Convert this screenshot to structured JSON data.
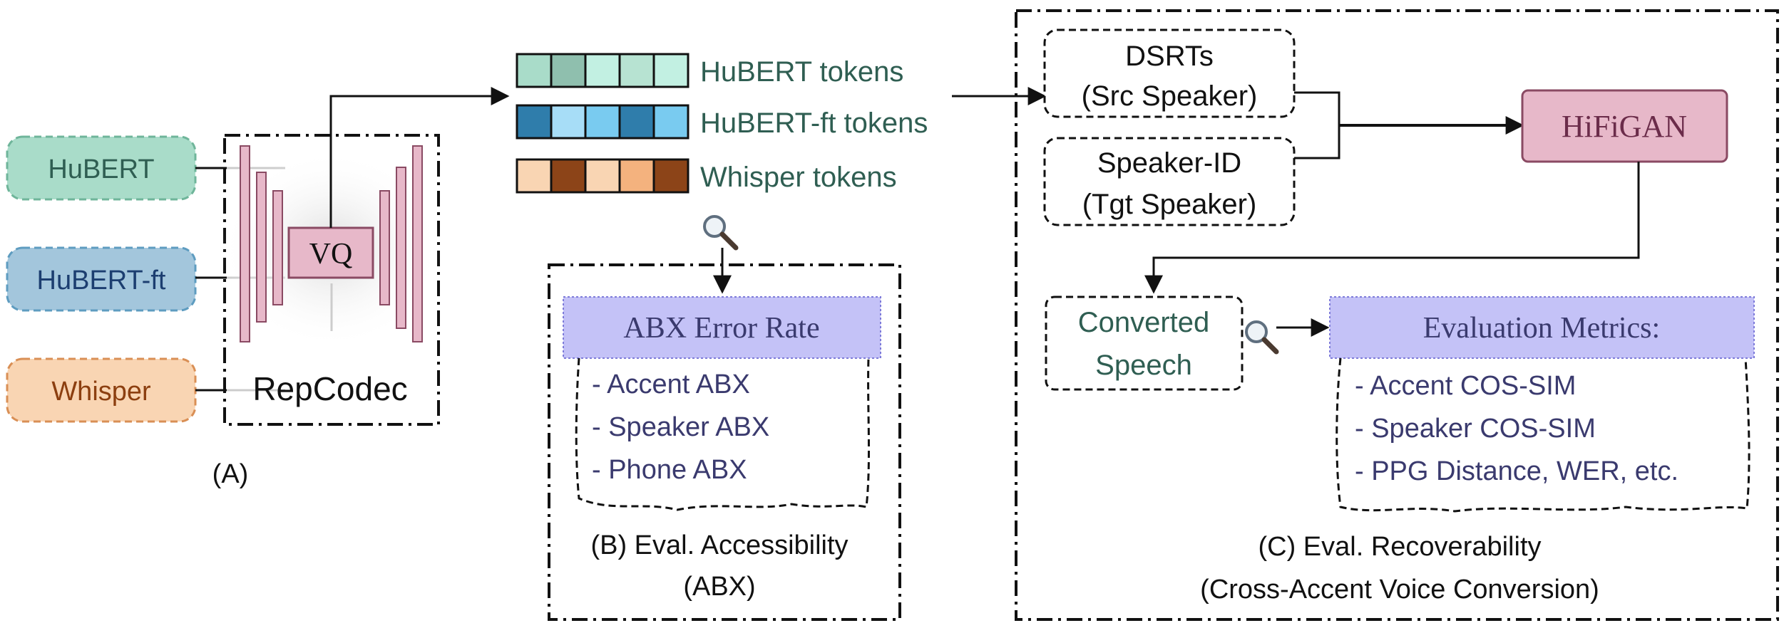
{
  "encoders": [
    {
      "label": "HuBERT",
      "fill": "#a9dcc9",
      "stroke": "#6fb59a",
      "text_color": "#2f5e52"
    },
    {
      "label": "HuBERT-ft",
      "fill": "#a3c6dc",
      "stroke": "#5e9cc0",
      "text_color": "#1c3e70"
    },
    {
      "label": "Whisper",
      "fill": "#f9d5b3",
      "stroke": "#d98f55",
      "text_color": "#8c3f10"
    }
  ],
  "repcodec": {
    "vq_label": "VQ",
    "label": "RepCodec",
    "bar_fill": "#e7b8c9",
    "bar_stroke": "#8a4a63"
  },
  "panel_a_label": "(A)",
  "token_rows": [
    {
      "label": "HuBERT tokens",
      "colors": [
        "#a9dcc9",
        "#8fbfae",
        "#c2f0e2",
        "#b7e3d2",
        "#c2f0e2"
      ]
    },
    {
      "label": "HuBERT-ft tokens",
      "colors": [
        "#2f7dab",
        "#a7ddf7",
        "#79cbf0",
        "#2f7dab",
        "#79cbf0"
      ]
    },
    {
      "label": "Whisper tokens",
      "colors": [
        "#f9d5b3",
        "#8c4418",
        "#f9d5b3",
        "#f4b27e",
        "#8c4418"
      ]
    }
  ],
  "token_label_color": "#2f5e52",
  "abx_panel": {
    "header": "ABX Error Rate",
    "items": [
      "- Accent ABX",
      "- Speaker ABX",
      "- Phone ABX"
    ],
    "caption_line1": "(B) Eval. Accessibility",
    "caption_line2": "(ABX)"
  },
  "vc_panel": {
    "dsrts_line1": "DSRTs",
    "dsrts_line2": "(Src Speaker)",
    "spk_line1": "Speaker-ID",
    "spk_line2": "(Tgt Speaker)",
    "vocoder": "HiFiGAN",
    "converted_line1": "Converted",
    "converted_line2": "Speech",
    "metrics_header": "Evaluation Metrics:",
    "metrics_items": [
      "- Accent COS-SIM",
      "- Speaker COS-SIM",
      "- PPG Distance, WER, etc."
    ],
    "caption_line1": "(C) Eval. Recoverability",
    "caption_line2": "(Cross-Accent Voice Conversion)"
  },
  "colors": {
    "header_fill": "#c4c2f7",
    "header_stroke": "#7d7ad9",
    "header_text": "#3a3a6e",
    "list_text": "#3a3a6e",
    "vocoder_fill": "#e7b8c9",
    "vocoder_stroke": "#8a4a63",
    "vocoder_text": "#6b2c4a",
    "converted_text": "#2f5e52"
  }
}
